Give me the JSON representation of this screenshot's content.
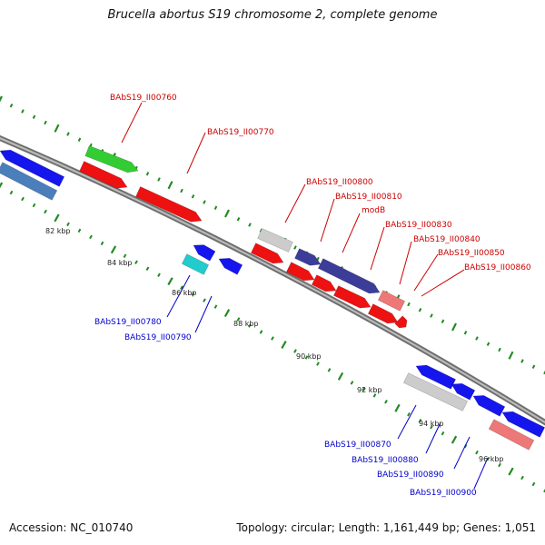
{
  "header": {
    "title": "Brucella abortus S19 chromosome 2, complete genome"
  },
  "footer": {
    "accession": "Accession: NC_010740",
    "summary": "Topology: circular; Length: 1,161,449 bp; Genes: 1,051"
  },
  "kbp_labels": [
    "82 kbp",
    "84 kbp",
    "86 kbp",
    "88 kbp",
    "90 kbp",
    "92 kbp",
    "94 kbp",
    "96 kbp"
  ],
  "forward_gene_labels": [
    "BAbS19_II00760",
    "BAbS19_II00770",
    "BAbS19_II00800",
    "BAbS19_II00810",
    "modB",
    "BAbS19_II00830",
    "BAbS19_II00840",
    "BAbS19_II00850",
    "BAbS19_II00860"
  ],
  "reverse_gene_labels": [
    "BAbS19_II00780",
    "BAbS19_II00790",
    "BAbS19_II00870",
    "BAbS19_II00880",
    "BAbS19_II00890",
    "BAbS19_II00900"
  ],
  "colors": {
    "forward_label": "#cc0000",
    "reverse_label": "#0000cc",
    "backbone": "#888888",
    "tick": "#228b22",
    "red": "#ee1111",
    "blue": "#1515ee",
    "green": "#33cc33",
    "grey": "#cccccc",
    "pink": "#ee7777",
    "navy": "#3c3c99",
    "cyan": "#22cccc",
    "steel": "#4a7fbb"
  }
}
